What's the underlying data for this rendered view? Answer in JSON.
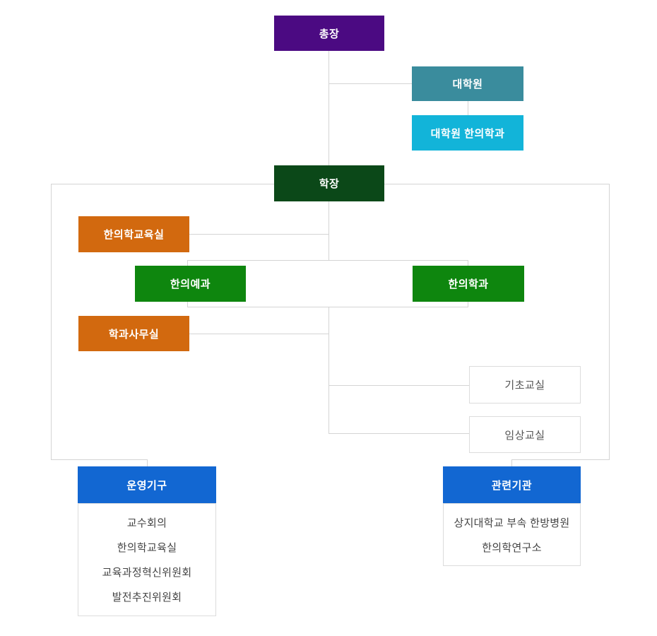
{
  "org_chart": {
    "nodes": {
      "president": "총장",
      "graduate_school": "대학원",
      "graduate_dept": "대학원 한의학과",
      "dean": "학장",
      "edu_office": "한의학교육실",
      "premed": "한의예과",
      "med_dept": "한의학과",
      "dept_office": "학과사무실",
      "basic_classroom": "기초교실",
      "clinical_classroom": "임상교실"
    },
    "operating_group": {
      "title": "운영기구",
      "items": [
        "교수회의",
        "한의학교육실",
        "교육과정혁신위원회",
        "발전추진위원회"
      ]
    },
    "related_institutions": {
      "title": "관련기관",
      "items": [
        "상지대학교 부속 한방병원",
        "한의학연구소"
      ]
    },
    "colors": {
      "president_purple": "#4b0a82",
      "graduate_teal": "#3a8c9d",
      "graduate_dept_cyan": "#12b4d9",
      "dean_dark_green": "#0b4818",
      "office_orange": "#d2690f",
      "dept_green": "#0e860e",
      "group_blue": "#1267d2",
      "connector_gray": "#d4d4d4",
      "outline_text_gray": "#555555"
    }
  }
}
